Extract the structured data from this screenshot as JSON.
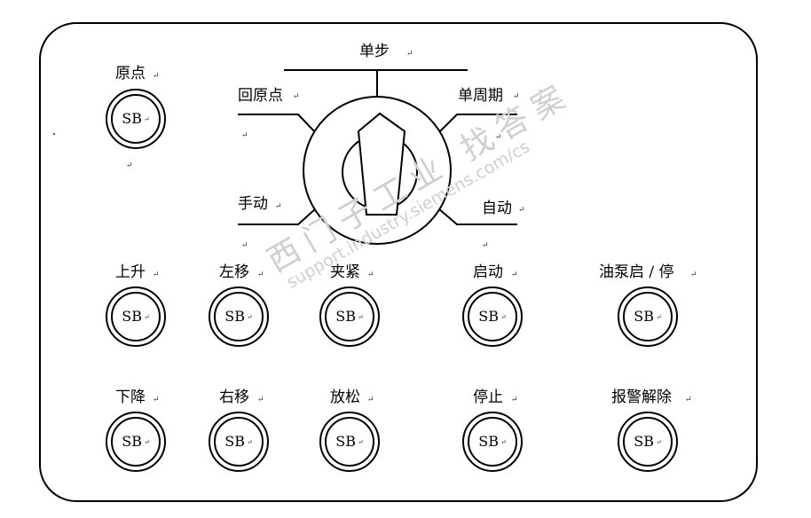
{
  "selector": {
    "top": "单步",
    "upper_left": "回原点",
    "upper_right": "单周期",
    "lower_left": "手动",
    "lower_right": "自动"
  },
  "buttons": {
    "home": "原点",
    "up": "上升",
    "left_move": "左移",
    "clamp": "夹紧",
    "start": "启动",
    "pump": "油泵启 / 停",
    "down": "下降",
    "right_move": "右移",
    "release": "放松",
    "stop": "停止",
    "alarm_reset": "报警解除",
    "button_text": "SB"
  },
  "mark": "↵",
  "watermark": {
    "line1": "西门子工业  找答案",
    "line2": "support.industry.siemens.com/cs"
  }
}
